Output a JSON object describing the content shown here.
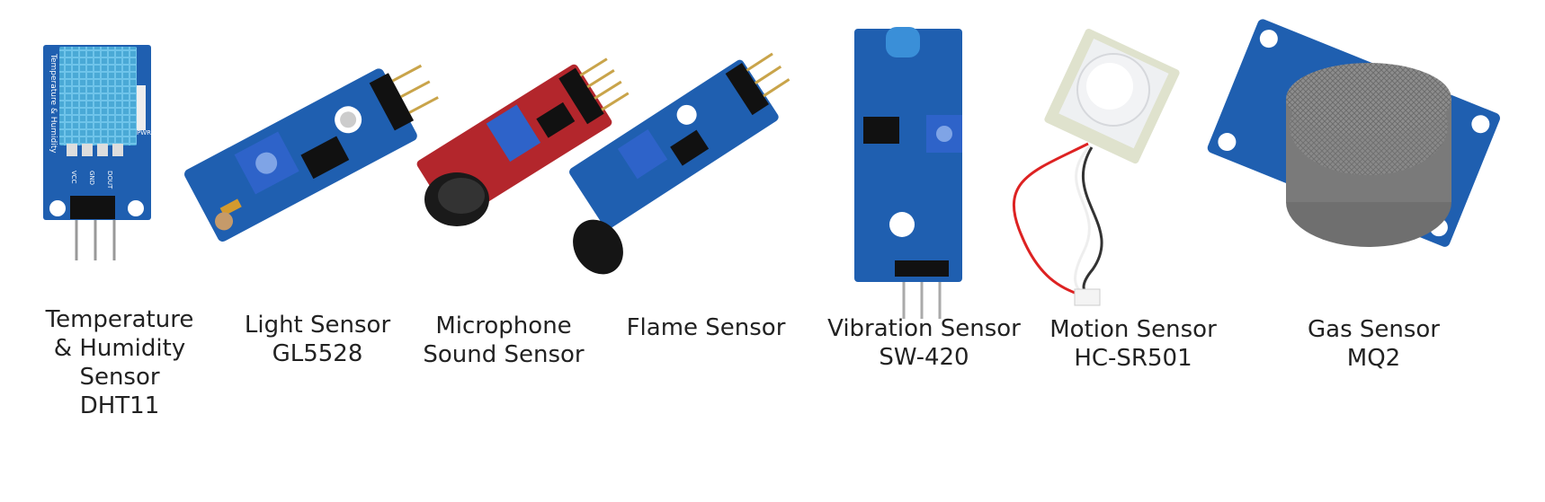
{
  "sensors": [
    {
      "icon": "dht11-sensor-icon",
      "label": [
        "Temperature",
        "& Humidity",
        "Sensor",
        "DHT11"
      ],
      "pcb_text": [
        "Temperature & Humidity",
        "PWR",
        "VCC",
        "GND",
        "DOUT"
      ]
    },
    {
      "icon": "light-sensor-icon",
      "label": [
        "Light Sensor",
        "GL5528"
      ]
    },
    {
      "icon": "microphone-sensor-icon",
      "label": [
        "Microphone",
        "Sound Sensor"
      ]
    },
    {
      "icon": "flame-sensor-icon",
      "label": [
        "Flame Sensor"
      ]
    },
    {
      "icon": "vibration-sensor-icon",
      "label": [
        "Vibration Sensor",
        "SW-420"
      ]
    },
    {
      "icon": "motion-sensor-icon",
      "label": [
        "Motion Sensor",
        "HC-SR501"
      ]
    },
    {
      "icon": "gas-sensor-icon",
      "label": [
        "Gas Sensor",
        "MQ2"
      ]
    }
  ],
  "colors": {
    "pcb_blue": "#1f5fb0",
    "pcb_red": "#b3262c",
    "dht_cap": "#6cc3ea",
    "pot_blue": "#2e63c9",
    "metal": "#8a8a8a",
    "pir_board": "#dfe2cd",
    "text": "#222222"
  }
}
